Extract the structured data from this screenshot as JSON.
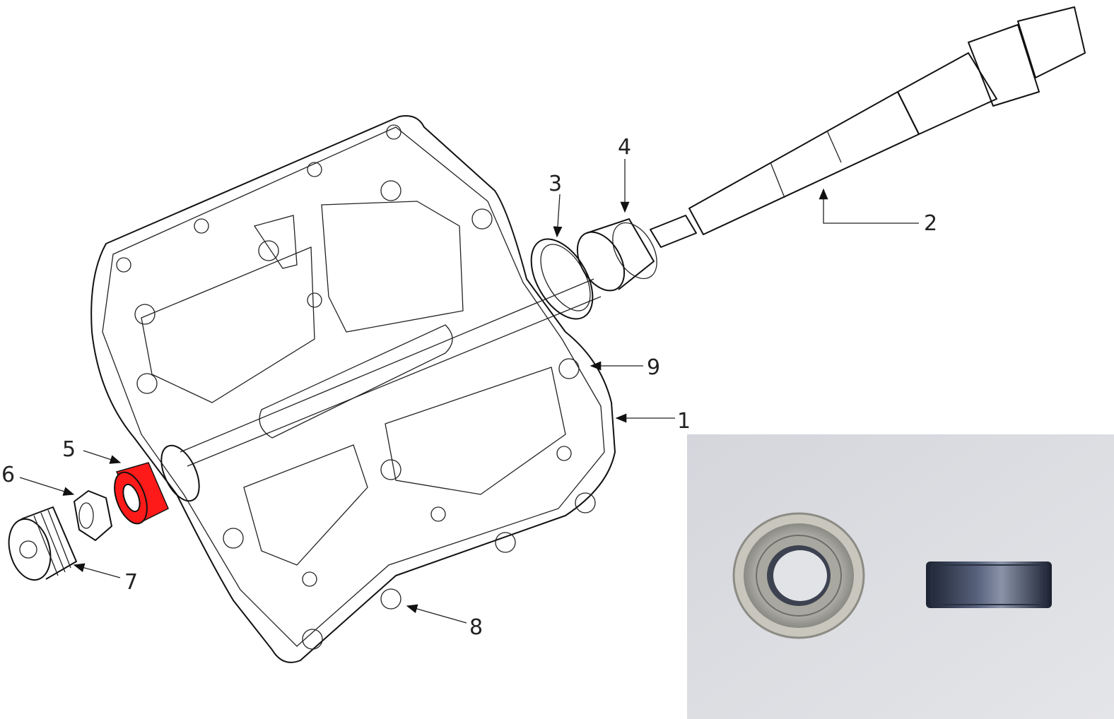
{
  "diagram": {
    "callouts": [
      {
        "id": "1",
        "label": "1"
      },
      {
        "id": "2",
        "label": "2"
      },
      {
        "id": "3",
        "label": "3"
      },
      {
        "id": "4",
        "label": "4"
      },
      {
        "id": "5",
        "label": "5"
      },
      {
        "id": "6",
        "label": "6"
      },
      {
        "id": "7",
        "label": "7"
      },
      {
        "id": "8",
        "label": "8"
      },
      {
        "id": "9",
        "label": "9"
      }
    ],
    "highlight_color": "#ff1a1a",
    "photo_background": "#d9dbe0"
  }
}
